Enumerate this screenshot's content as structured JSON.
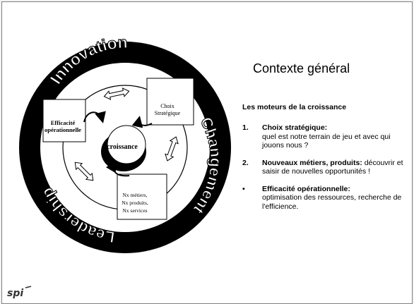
{
  "diagram": {
    "ring_top": "Innovation",
    "ring_right": "Changement",
    "ring_left": "Leadership",
    "center": "croissance",
    "box_efficacite": [
      "Efficacité",
      "opérationnelle"
    ],
    "box_choix": [
      "Choix",
      "Stratégique"
    ],
    "box_metiers": [
      "Nx métiers,",
      "Nx produits,",
      "Nx services"
    ]
  },
  "content": {
    "title": "Contexte général",
    "subtitle": "Les moteurs de la croissance",
    "points": [
      {
        "marker": "1.",
        "head": "Choix stratégique:",
        "body": "quel est notre terrain de jeu et avec qui jouons nous ?"
      },
      {
        "marker": "2.",
        "head": "Nouveaux métiers, produits:",
        "body": "découvrir et saisir de nouvelles opportunités !"
      },
      {
        "marker": "•",
        "head": "Efficacité opérationnelle:",
        "body": "optimisation des ressources, recherche de l'efficience."
      }
    ]
  },
  "logo": {
    "text": "spi"
  }
}
